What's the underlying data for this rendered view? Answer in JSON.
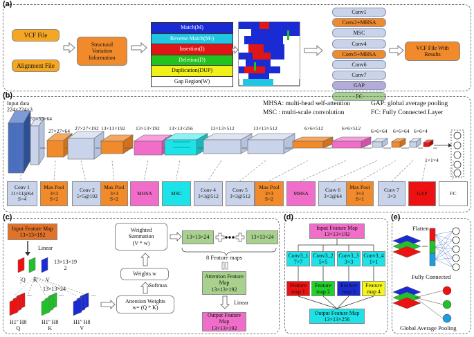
{
  "panel_a": {
    "label": "(a)",
    "inputs": [
      "VCF File",
      "Alignment File"
    ],
    "svi": "Structural\nVariation\nInformation",
    "legend_items": [
      {
        "text": "Match(M)",
        "color": "#1b2bd4",
        "fg": "#ffffff"
      },
      {
        "text": "Reverse Match(M-)",
        "color": "#22c6e0",
        "fg": "#ffffff"
      },
      {
        "text": "Insertion(I)",
        "color": "#e01515",
        "fg": "#ffffff"
      },
      {
        "text": "Deletion(D)",
        "color": "#22c21f",
        "fg": "#ffffff"
      },
      {
        "text": "Duplication(DUP)",
        "color": "#f0f01a",
        "fg": "#000000"
      },
      {
        "text": "Gap Region(W)",
        "color": "#ffffff",
        "fg": "#000000"
      }
    ],
    "layers": [
      "Conv1",
      "Conv2+MHSA",
      "MSC",
      "Conv4",
      "Conv5+MHSA",
      "Conv6",
      "Conv7",
      "GAP",
      "FC"
    ],
    "output": "VCF File With\nResults"
  },
  "panel_b": {
    "label": "(b)",
    "legend": [
      "MHSA:  multi-head self-attention",
      "GAP:  global average pooling",
      "MSC :  multi-scale convolution",
      "FC:  Fully Connected Layer"
    ],
    "input_label": "Input data\n224×224×3",
    "dims": [
      "55×55×64",
      "27×27×64",
      "27×27×192",
      "13×13×192",
      "13×13×192",
      "13×13×256",
      "13×13×512",
      "13×13×512",
      "6×6×512",
      "6×6×512",
      "6×6×64",
      "6×6×64",
      "6×6×4",
      "1×1×4"
    ],
    "boxes": [
      {
        "text": "Conv 1\n11×11@64\nS=4",
        "color": "#c9d4ea"
      },
      {
        "text": "Max Pool\n3×3\nS=2",
        "color": "#f08a2b"
      },
      {
        "text": "Conv 2\n5×5@192",
        "color": "#c9d4ea"
      },
      {
        "text": "Max Pool\n3×3\nS=2",
        "color": "#f08a2b"
      },
      {
        "text": "MHSA",
        "color": "#f06ec9"
      },
      {
        "text": "MSC",
        "color": "#1de3e8"
      },
      {
        "text": "Conv 4\n3×3@512",
        "color": "#c9d4ea"
      },
      {
        "text": "Conv 5\n3×3@512",
        "color": "#c9d4ea"
      },
      {
        "text": "Max Pool\n3×3\nS=2",
        "color": "#f08a2b"
      },
      {
        "text": "MHSA",
        "color": "#f06ec9"
      },
      {
        "text": "Conv 6\n3×3@64",
        "color": "#c9d4ea"
      },
      {
        "text": "Max Pool\n3×3\nS=1",
        "color": "#f08a2b"
      },
      {
        "text": "Conv 7\n3×3",
        "color": "#c9d4ea"
      },
      {
        "text": "GAP",
        "color": "#ee1111"
      },
      {
        "text": "FC",
        "color": "#ffffff"
      }
    ]
  },
  "panel_c": {
    "label": "(c)",
    "input_map": "Input Feature Map\n13×13×192",
    "linear": "Linear",
    "dim1": "13×13×19\n2",
    "qkv": [
      "Q",
      "K",
      "V"
    ],
    "dim2": "13×13×24",
    "heads": [
      "H1'' H8\nQ",
      "H1'' H8\nK",
      "H1'' H8\nV"
    ],
    "attention_weights": "Attention Weights\nw= (Q * K)",
    "softmax": "Softmax",
    "weights_w": "Weights w",
    "weighted_sum": "Weighted\nSummation\n(V * w)",
    "fmap_dim": "13×13×24",
    "fmap_count": "8 Feature maps",
    "attention_fmap": "Attention Feature\nMap\n13×13×192",
    "linear2": "Linear",
    "output_map": "Output Feature\nMap\n13×13×192"
  },
  "panel_d": {
    "label": "(d)",
    "input_map": "Input Feature Map\n13×13×192",
    "convs": [
      "Conv3_1\n7×7",
      "Conv3_2\n5×5",
      "Conv3_3\n3×3",
      "Conv3_4\n1×1"
    ],
    "maps": [
      {
        "text": "Feature\nmap 1",
        "color": "#ee1111"
      },
      {
        "text": "Feature\nmap 2",
        "color": "#22d12a"
      },
      {
        "text": "Feature\nmap 3",
        "color": "#1b2bd4"
      },
      {
        "text": "Feature\nmap 4",
        "color": "#f5f51c"
      }
    ],
    "output_map": "Output Feature Map\n13×13×256"
  },
  "panel_e": {
    "label": "(e)",
    "flatten": "Flatten",
    "fc": "Fully Connected",
    "gap": "Global Average Pooling"
  }
}
